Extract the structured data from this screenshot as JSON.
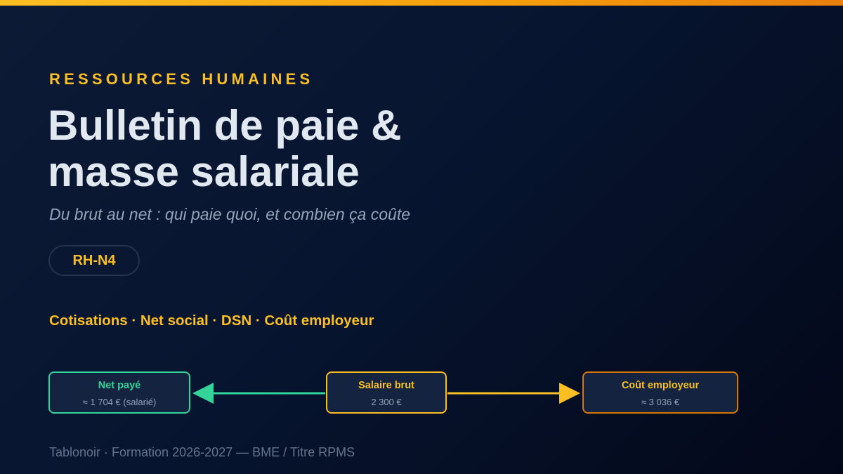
{
  "header": {
    "eyebrow": "RESSOURCES HUMAINES",
    "title_line1": "Bulletin de paie &",
    "title_line2": "masse salariale",
    "subtitle": "Du brut au net : qui paie quoi, et combien ça coûte",
    "code": "RH-N4",
    "topics": "Cotisations · Net social · DSN · Coût employeur"
  },
  "flow": {
    "net": {
      "title": "Net payé",
      "value": "≈ 1 704 € (salarié)"
    },
    "brut": {
      "title": "Salaire brut",
      "value": "2 300 €"
    },
    "cout": {
      "title": "Coût employeur",
      "value": "≈ 3 036 €"
    }
  },
  "footer": "Tablonoir · Formation 2026-2027 — BME / Titre RPMS",
  "colors": {
    "accent": "#fbbf24",
    "net": "#34d399",
    "employer": "#d97706",
    "title": "#e2e8f0",
    "muted": "#94a3b8"
  }
}
